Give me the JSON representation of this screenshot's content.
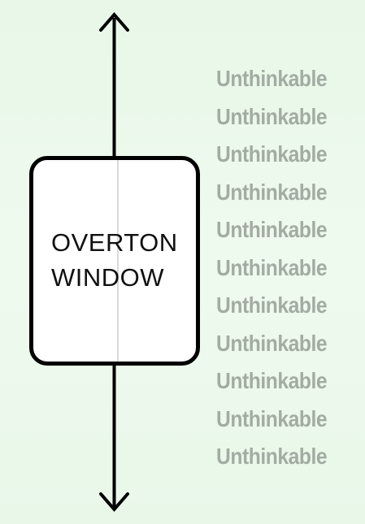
{
  "window": {
    "line1": "OVERTON",
    "line2": "WINDOW"
  },
  "labels": [
    "Unthinkable",
    "Unthinkable",
    "Unthinkable",
    "Unthinkable",
    "Unthinkable",
    "Unthinkable",
    "Unthinkable",
    "Unthinkable",
    "Unthinkable",
    "Unthinkable",
    "Unthinkable"
  ],
  "colors": {
    "background": "#ecf9ec",
    "label_text": "#a3aca3",
    "window_fill": "#ffffff",
    "stroke": "#000000"
  }
}
